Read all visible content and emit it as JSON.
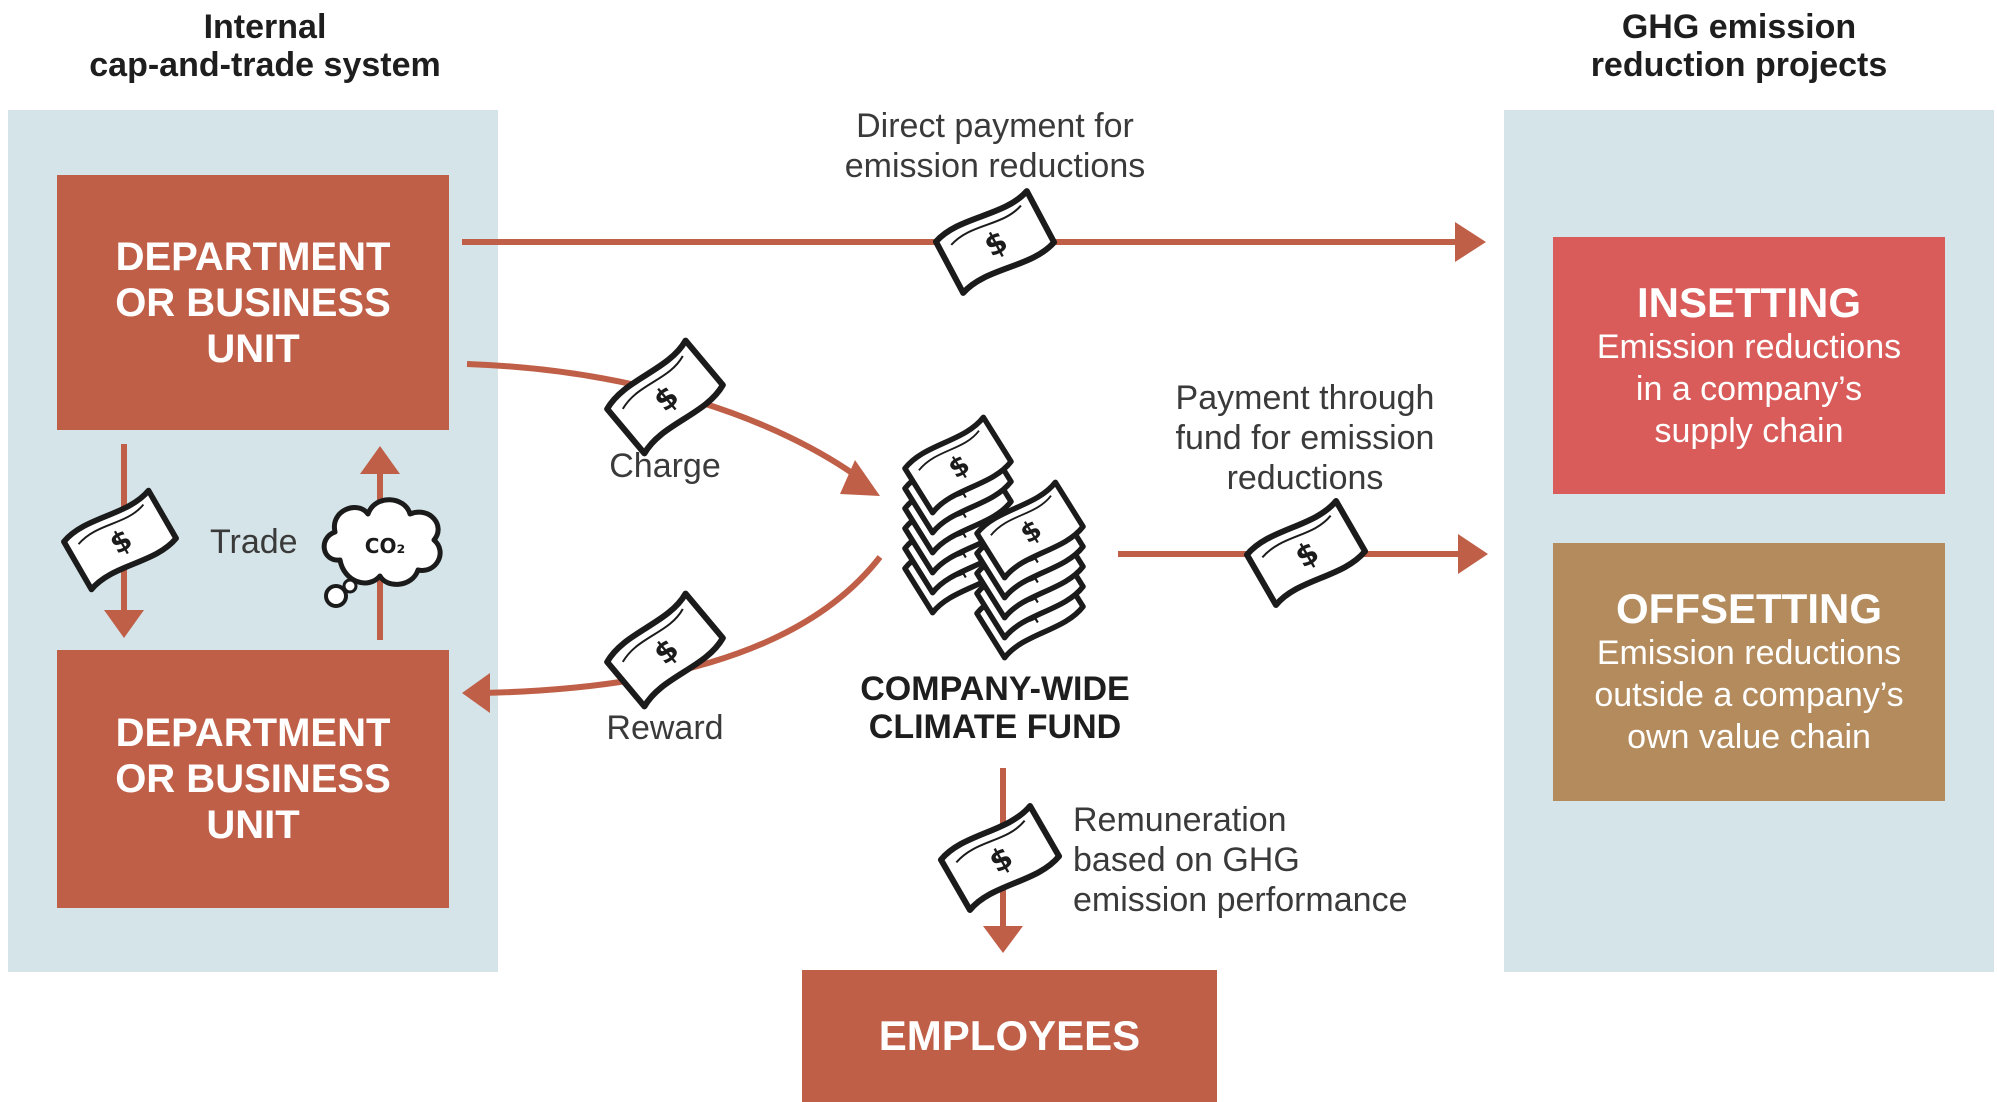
{
  "headers": {
    "left": [
      "Internal",
      "cap-and-trade system"
    ],
    "right": [
      "GHG emission",
      "reduction projects"
    ]
  },
  "units": {
    "top": [
      "DEPARTMENT",
      "OR BUSINESS",
      "UNIT"
    ],
    "bottom": [
      "DEPARTMENT",
      "OR BUSINESS",
      "UNIT"
    ]
  },
  "flows": {
    "direct_payment": [
      "Direct payment for",
      "emission reductions"
    ],
    "charge": "Charge",
    "reward": "Reward",
    "trade": "Trade",
    "fund_payment": [
      "Payment through",
      "fund for emission",
      "reductions"
    ],
    "remuneration": [
      "Remuneration",
      "based on GHG",
      "emission performance"
    ]
  },
  "fund": [
    "COMPANY-WIDE",
    "CLIMATE FUND"
  ],
  "co2_label": "CO₂",
  "insetting": {
    "title": "INSETTING",
    "desc": [
      "Emission reductions",
      "in a company’s",
      "supply chain"
    ]
  },
  "offsetting": {
    "title": "OFFSETTING",
    "desc": [
      "Emission reductions",
      "outside a company’s",
      "own value chain"
    ]
  },
  "employees": "EMPLOYEES",
  "colors": {
    "panel": "#d4e4e8",
    "unit_box": "#c05f48",
    "insetting_box": "#d95c5a",
    "offsetting_box": "#b38b5c",
    "arrow": "#c05f48"
  },
  "icons": [
    "money-bill-icon",
    "money-stack-icon",
    "co2-cloud-icon"
  ]
}
